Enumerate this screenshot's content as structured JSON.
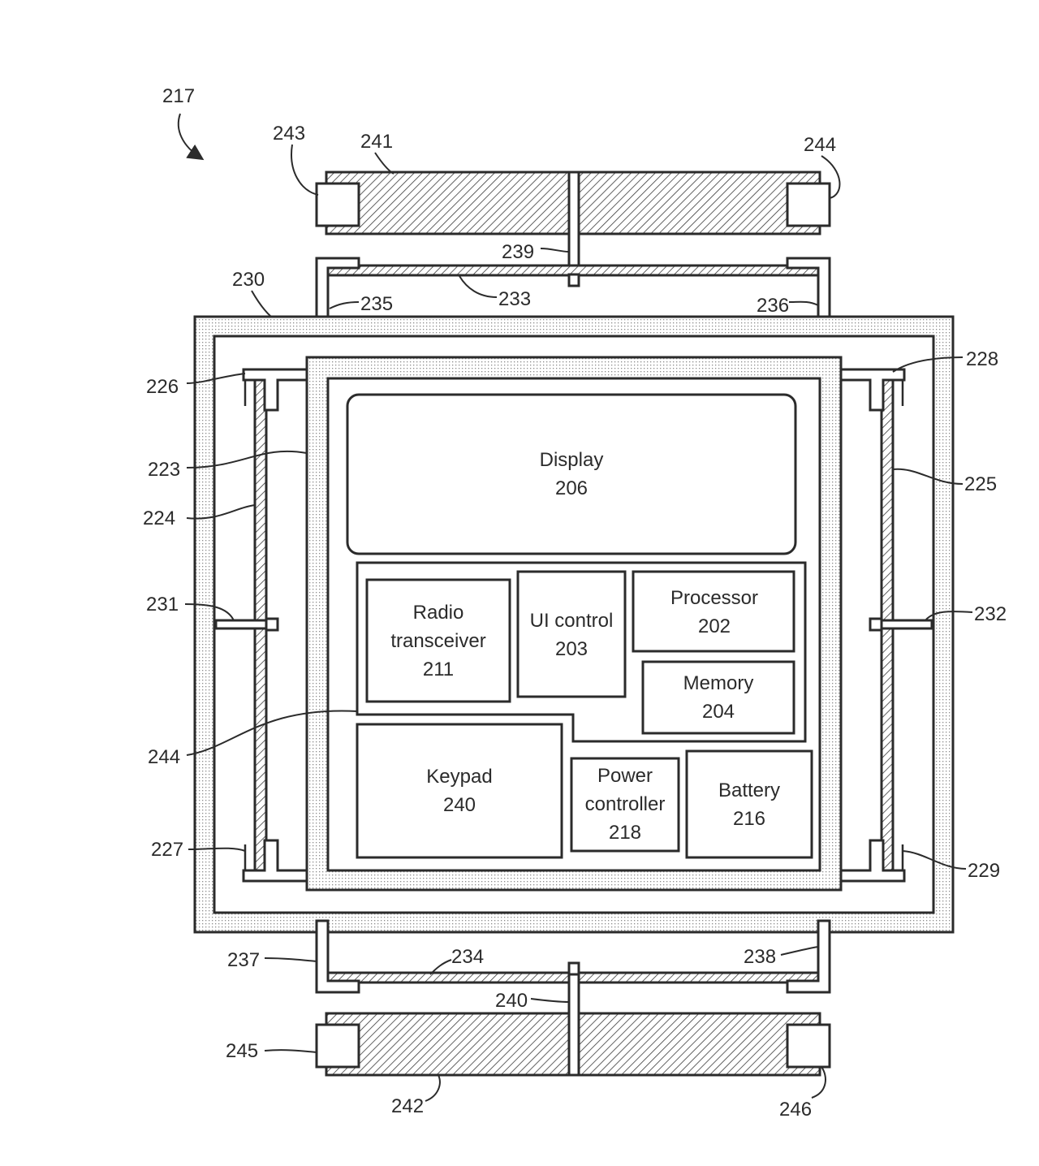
{
  "figure_ref": "217",
  "labels": {
    "l243": "243",
    "l241": "241",
    "l244a": "244",
    "l239": "239",
    "l233": "233",
    "l235": "235",
    "l236": "236",
    "l230": "230",
    "l226": "226",
    "l228": "228",
    "l223": "223",
    "l225": "225",
    "l224a": "224",
    "l231": "231",
    "l232": "232",
    "l244b": "244",
    "l227": "227",
    "l229": "229",
    "l237": "237",
    "l234": "234",
    "l238": "238",
    "l240": "240",
    "l245": "245",
    "l242": "242",
    "l246": "246"
  },
  "blocks": {
    "display": {
      "name": "Display",
      "num": "206"
    },
    "radio": {
      "line1": "Radio",
      "line2": "transceiver",
      "num": "211"
    },
    "ui": {
      "name": "UI control",
      "num": "203"
    },
    "processor": {
      "name": "Processor",
      "num": "202"
    },
    "memory": {
      "name": "Memory",
      "num": "204"
    },
    "keypad": {
      "name": "Keypad",
      "num": "240"
    },
    "power": {
      "line1": "Power",
      "line2": "controller",
      "num": "218"
    },
    "battery": {
      "name": "Battery",
      "num": "216"
    }
  }
}
